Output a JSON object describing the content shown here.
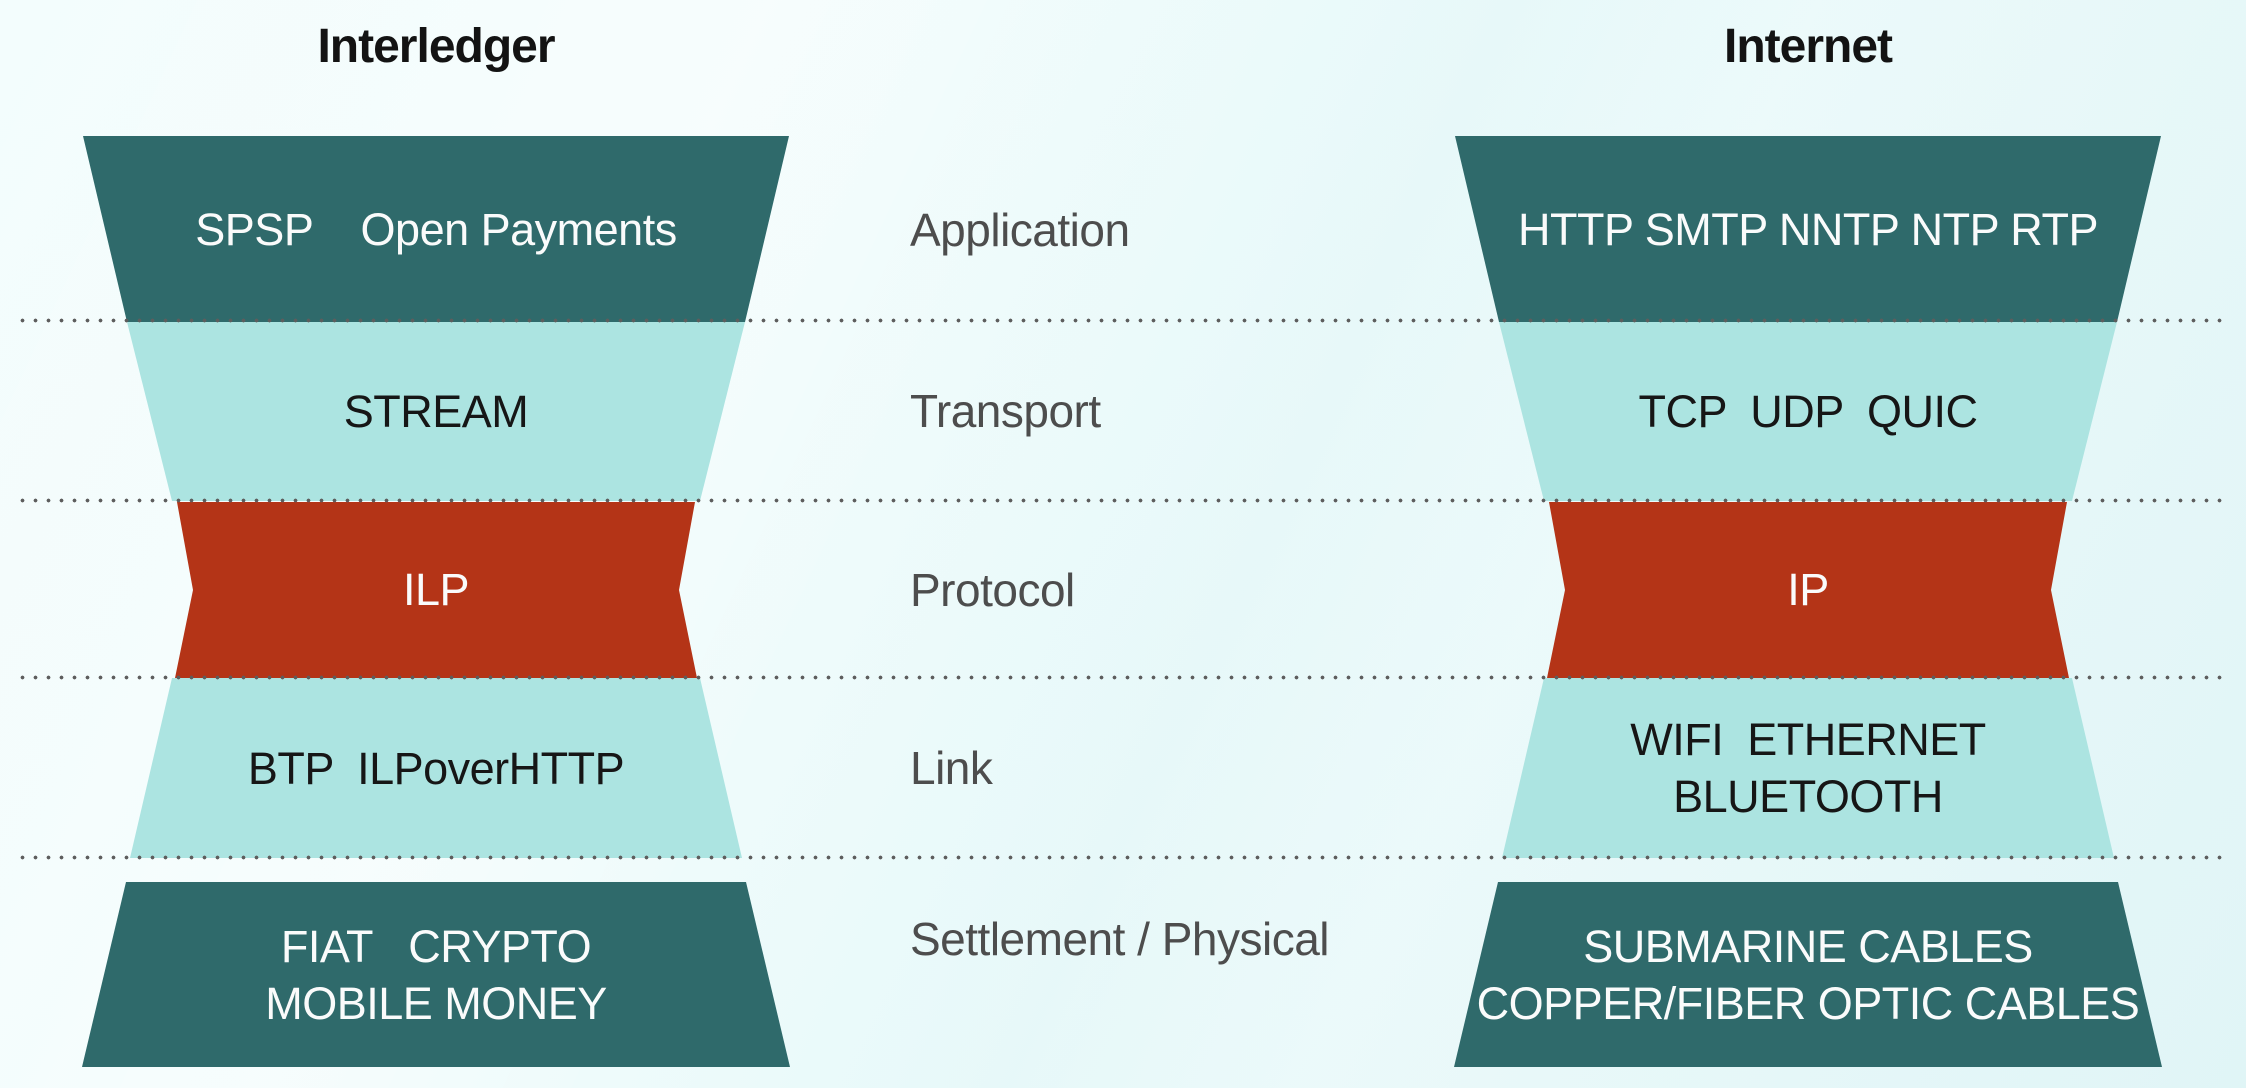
{
  "colors": {
    "teal": "#2F6A6B",
    "cyan": "#ACE4E1",
    "red": "#B43417",
    "label": "#4D4D4D",
    "dots": "#5D5D5D",
    "title": "#131313",
    "text-light": "#FAFBFB",
    "text-dark": "#161616",
    "background": "#EEFBFB"
  },
  "layer_labels": [
    "Application",
    "Transport",
    "Protocol",
    "Link",
    "Settlement / Physical"
  ],
  "left_stack": {
    "title": "Interledger",
    "bands": [
      {
        "layer": "application",
        "lines": [
          "SPSP    Open Payments"
        ]
      },
      {
        "layer": "transport",
        "lines": [
          "STREAM"
        ]
      },
      {
        "layer": "protocol",
        "lines": [
          "ILP"
        ]
      },
      {
        "layer": "link",
        "lines": [
          "BTP  ILPoverHTTP"
        ]
      },
      {
        "layer": "settlement",
        "lines": [
          "FIAT   CRYPTO",
          "MOBILE MONEY"
        ]
      }
    ]
  },
  "right_stack": {
    "title": "Internet",
    "bands": [
      {
        "layer": "application",
        "lines": [
          "HTTP SMTP NNTP NTP RTP"
        ]
      },
      {
        "layer": "transport",
        "lines": [
          "TCP  UDP  QUIC"
        ]
      },
      {
        "layer": "protocol",
        "lines": [
          "IP"
        ]
      },
      {
        "layer": "link",
        "lines": [
          "WIFI  ETHERNET",
          "BLUETOOTH"
        ]
      },
      {
        "layer": "settlement",
        "lines": [
          "SUBMARINE CABLES",
          "COPPER/FIBER OPTIC CABLES"
        ]
      }
    ]
  }
}
